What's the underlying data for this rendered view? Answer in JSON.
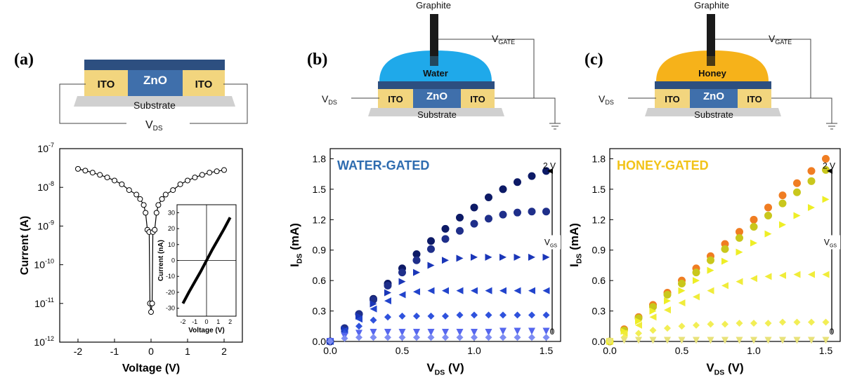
{
  "panels": {
    "a": {
      "label": "(a)",
      "schematic": {
        "left_electrode": "ITO",
        "channel": "ZnO",
        "right_electrode": "ITO",
        "substrate": "Substrate",
        "vds_main": "V",
        "vds_sub": "DS"
      }
    },
    "b": {
      "label": "(b)",
      "schematic": {
        "electrode_top": "Graphite",
        "gate_main": "V",
        "gate_sub": "GATE",
        "electrolyte": "Water",
        "left_electrode": "ITO",
        "channel": "ZnO",
        "right_electrode": "ITO",
        "substrate": "Substrate",
        "vds_main": "V",
        "vds_sub": "DS"
      }
    },
    "c": {
      "label": "(c)",
      "schematic": {
        "electrode_top": "Graphite",
        "gate_main": "V",
        "gate_sub": "GATE",
        "electrolyte": "Honey",
        "left_electrode": "ITO",
        "channel": "ZnO",
        "right_electrode": "ITO",
        "substrate": "Substrate",
        "vds_main": "V",
        "vds_sub": "DS"
      }
    }
  },
  "colors": {
    "ito": "#f2d57e",
    "zno": "#3f6fab",
    "zno_dark": "#2d4f80",
    "substrate": "#d0d0d0",
    "water": "#1fa9ea",
    "honey": "#f6b21a",
    "graphite": "#1a1a1a",
    "water_title": "#2e6cb0",
    "honey_title": "#f2c318"
  },
  "chart_data": [
    {
      "id": "a",
      "type": "scatter",
      "xlabel": "Voltage (V)",
      "ylabel": "Current (A)",
      "xlim": [
        -2.5,
        2.5
      ],
      "ylim": [
        1e-12,
        1e-07
      ],
      "yscale": "log",
      "xticks": [
        -2,
        -1,
        0,
        1,
        2
      ],
      "yticks": [
        1e-12,
        1e-11,
        1e-10,
        1e-09,
        1e-08,
        1e-07
      ],
      "ytick_labels": [
        [
          "10",
          "-12"
        ],
        [
          "10",
          "-11"
        ],
        [
          "10",
          "-10"
        ],
        [
          "10",
          "-9"
        ],
        [
          "10",
          "-8"
        ],
        [
          "10",
          "-7"
        ]
      ],
      "x": [
        -2.0,
        -1.8,
        -1.6,
        -1.4,
        -1.2,
        -1.0,
        -0.8,
        -0.6,
        -0.4,
        -0.3,
        -0.2,
        -0.15,
        -0.1,
        -0.05,
        -0.03,
        0.0,
        0.03,
        0.05,
        0.1,
        0.15,
        0.2,
        0.3,
        0.4,
        0.6,
        0.8,
        1.0,
        1.2,
        1.4,
        1.6,
        1.8,
        2.0
      ],
      "y": [
        3e-08,
        2.7e-08,
        2.4e-08,
        2.1e-08,
        1.8e-08,
        1.5e-08,
        1.2e-08,
        8.5e-09,
        6.5e-09,
        5e-09,
        3.5e-09,
        2.2e-09,
        8e-10,
        7e-10,
        1e-11,
        6e-12,
        1e-11,
        7e-10,
        8e-10,
        2.2e-09,
        3.5e-09,
        5e-09,
        6.5e-09,
        8.5e-09,
        1.2e-08,
        1.5e-08,
        1.8e-08,
        2.1e-08,
        2.4e-08,
        2.6e-08,
        2.8e-08
      ],
      "inset": {
        "xlabel": "Voltage (V)",
        "ylabel": "Current (nA)",
        "xlim": [
          -2.5,
          2.5
        ],
        "ylim": [
          -35,
          35
        ],
        "xticks": [
          -2,
          -1,
          0,
          1,
          2
        ],
        "yticks": [
          -30,
          -20,
          -10,
          0,
          10,
          20,
          30
        ],
        "x": [
          -2.0,
          -1.5,
          -1.0,
          -0.5,
          0.0,
          0.5,
          1.0,
          1.5,
          2.0
        ],
        "y": [
          -27,
          -20,
          -13.5,
          -7,
          0,
          7,
          13.5,
          20,
          27
        ]
      }
    },
    {
      "id": "b",
      "type": "scatter",
      "title": "WATER-GATED",
      "xlabel_main": "V",
      "xlabel_sub": "DS",
      "xlabel_unit": " (V)",
      "ylabel_main": "I",
      "ylabel_sub": "DS",
      "ylabel_unit": " (mA)",
      "xlim": [
        0,
        1.6
      ],
      "ylim": [
        0,
        1.9
      ],
      "xticks": [
        0.0,
        0.5,
        1.0,
        1.5
      ],
      "xtick_labels": [
        "0.0",
        "0.5",
        "1.0",
        "1.5"
      ],
      "yticks": [
        0.0,
        0.3,
        0.6,
        0.9,
        1.2,
        1.5,
        1.8
      ],
      "ytick_labels": [
        "0.0",
        "0.3",
        "0.6",
        "0.9",
        "1.2",
        "1.5",
        "1.8"
      ],
      "arrow_top": "2 V",
      "arrow_mid_main": "V",
      "arrow_mid_sub": "GS",
      "arrow_bottom": "0",
      "series": [
        {
          "color": "#0d1a66",
          "marker": "circle",
          "x": [
            0.0,
            0.1,
            0.2,
            0.3,
            0.4,
            0.5,
            0.6,
            0.7,
            0.8,
            0.9,
            1.0,
            1.1,
            1.2,
            1.3,
            1.4,
            1.5
          ],
          "y": [
            0.0,
            0.13,
            0.27,
            0.42,
            0.57,
            0.72,
            0.86,
            0.99,
            1.11,
            1.22,
            1.32,
            1.42,
            1.5,
            1.57,
            1.63,
            1.68
          ]
        },
        {
          "color": "#1f2f8a",
          "marker": "circle",
          "x": [
            0.0,
            0.1,
            0.2,
            0.3,
            0.4,
            0.5,
            0.6,
            0.7,
            0.8,
            0.9,
            1.0,
            1.1,
            1.2,
            1.3,
            1.4,
            1.5
          ],
          "y": [
            0.0,
            0.13,
            0.27,
            0.41,
            0.55,
            0.68,
            0.8,
            0.91,
            1.01,
            1.09,
            1.16,
            1.21,
            1.25,
            1.27,
            1.28,
            1.28
          ]
        },
        {
          "color": "#1a36b8",
          "marker": "triangle-right",
          "x": [
            0.0,
            0.1,
            0.2,
            0.3,
            0.4,
            0.5,
            0.6,
            0.7,
            0.8,
            0.9,
            1.0,
            1.1,
            1.2,
            1.3,
            1.4,
            1.5
          ],
          "y": [
            0.0,
            0.12,
            0.25,
            0.37,
            0.48,
            0.59,
            0.68,
            0.75,
            0.8,
            0.82,
            0.83,
            0.83,
            0.83,
            0.83,
            0.83,
            0.83
          ]
        },
        {
          "color": "#2244cc",
          "marker": "triangle-left",
          "x": [
            0.0,
            0.1,
            0.2,
            0.3,
            0.4,
            0.5,
            0.6,
            0.7,
            0.8,
            0.9,
            1.0,
            1.1,
            1.2,
            1.3,
            1.4,
            1.5
          ],
          "y": [
            0.0,
            0.11,
            0.22,
            0.32,
            0.4,
            0.46,
            0.49,
            0.5,
            0.5,
            0.5,
            0.5,
            0.5,
            0.5,
            0.5,
            0.5,
            0.5
          ]
        },
        {
          "color": "#2f52dd",
          "marker": "diamond",
          "x": [
            0.0,
            0.1,
            0.2,
            0.3,
            0.4,
            0.5,
            0.6,
            0.7,
            0.8,
            0.9,
            1.0,
            1.1,
            1.2,
            1.3,
            1.4,
            1.5
          ],
          "y": [
            0.0,
            0.08,
            0.15,
            0.21,
            0.24,
            0.25,
            0.25,
            0.25,
            0.25,
            0.26,
            0.26,
            0.26,
            0.26,
            0.26,
            0.26,
            0.26
          ]
        },
        {
          "color": "#5566ee",
          "marker": "triangle-down",
          "x": [
            0.0,
            0.1,
            0.2,
            0.3,
            0.4,
            0.5,
            0.6,
            0.7,
            0.8,
            0.9,
            1.0,
            1.1,
            1.2,
            1.3,
            1.4,
            1.5
          ],
          "y": [
            0.0,
            0.05,
            0.08,
            0.09,
            0.09,
            0.09,
            0.09,
            0.09,
            0.09,
            0.09,
            0.09,
            0.09,
            0.1,
            0.1,
            0.1,
            0.1
          ]
        },
        {
          "color": "#7d8cf2",
          "marker": "diamond",
          "x": [
            0.0,
            0.1,
            0.2,
            0.3,
            0.4,
            0.5,
            0.6,
            0.7,
            0.8,
            0.9,
            1.0,
            1.1,
            1.2,
            1.3,
            1.4,
            1.5
          ],
          "y": [
            0.0,
            0.03,
            0.04,
            0.04,
            0.04,
            0.04,
            0.04,
            0.04,
            0.04,
            0.04,
            0.04,
            0.04,
            0.04,
            0.04,
            0.04,
            0.04
          ]
        }
      ]
    },
    {
      "id": "c",
      "type": "scatter",
      "title": "HONEY-GATED",
      "xlabel_main": "V",
      "xlabel_sub": "DS",
      "xlabel_unit": " (V)",
      "ylabel_main": "I",
      "ylabel_sub": "DS",
      "ylabel_unit": " (mA)",
      "xlim": [
        0,
        1.6
      ],
      "ylim": [
        0,
        1.9
      ],
      "xticks": [
        0.0,
        0.5,
        1.0,
        1.5
      ],
      "xtick_labels": [
        "0.0",
        "0.5",
        "1.0",
        "1.5"
      ],
      "yticks": [
        0.0,
        0.3,
        0.6,
        0.9,
        1.2,
        1.5,
        1.8
      ],
      "ytick_labels": [
        "0.0",
        "0.3",
        "0.6",
        "0.9",
        "1.2",
        "1.5",
        "1.8"
      ],
      "arrow_top": "2 V",
      "arrow_mid_main": "V",
      "arrow_mid_sub": "GS",
      "arrow_bottom": "0",
      "series": [
        {
          "color": "#f07d22",
          "marker": "circle",
          "x": [
            0.0,
            0.1,
            0.2,
            0.3,
            0.4,
            0.5,
            0.6,
            0.7,
            0.8,
            0.9,
            1.0,
            1.1,
            1.2,
            1.3,
            1.4,
            1.5
          ],
          "y": [
            0.0,
            0.12,
            0.24,
            0.36,
            0.48,
            0.6,
            0.72,
            0.84,
            0.96,
            1.08,
            1.2,
            1.32,
            1.44,
            1.56,
            1.68,
            1.8
          ]
        },
        {
          "color": "#c9c71c",
          "marker": "circle",
          "x": [
            0.0,
            0.1,
            0.2,
            0.3,
            0.4,
            0.5,
            0.6,
            0.7,
            0.8,
            0.9,
            1.0,
            1.1,
            1.2,
            1.3,
            1.4,
            1.5
          ],
          "y": [
            0.0,
            0.11,
            0.23,
            0.34,
            0.46,
            0.57,
            0.68,
            0.8,
            0.91,
            1.02,
            1.13,
            1.24,
            1.36,
            1.47,
            1.58,
            1.69
          ]
        },
        {
          "color": "#eeee26",
          "marker": "triangle-right",
          "x": [
            0.0,
            0.1,
            0.2,
            0.3,
            0.4,
            0.5,
            0.6,
            0.7,
            0.8,
            0.9,
            1.0,
            1.1,
            1.2,
            1.3,
            1.4,
            1.5
          ],
          "y": [
            0.0,
            0.1,
            0.2,
            0.3,
            0.4,
            0.5,
            0.6,
            0.7,
            0.79,
            0.88,
            0.97,
            1.06,
            1.15,
            1.24,
            1.32,
            1.4
          ]
        },
        {
          "color": "#f0ec3a",
          "marker": "triangle-left",
          "x": [
            0.0,
            0.1,
            0.2,
            0.3,
            0.4,
            0.5,
            0.6,
            0.7,
            0.8,
            0.9,
            1.0,
            1.1,
            1.2,
            1.3,
            1.4,
            1.5
          ],
          "y": [
            0.0,
            0.08,
            0.16,
            0.24,
            0.31,
            0.38,
            0.44,
            0.5,
            0.55,
            0.59,
            0.62,
            0.64,
            0.65,
            0.66,
            0.66,
            0.66
          ]
        },
        {
          "color": "#f2ee55",
          "marker": "diamond",
          "x": [
            0.0,
            0.1,
            0.2,
            0.3,
            0.4,
            0.5,
            0.6,
            0.7,
            0.8,
            0.9,
            1.0,
            1.1,
            1.2,
            1.3,
            1.4,
            1.5
          ],
          "y": [
            0.0,
            0.04,
            0.08,
            0.11,
            0.13,
            0.15,
            0.16,
            0.17,
            0.17,
            0.18,
            0.18,
            0.18,
            0.19,
            0.19,
            0.19,
            0.19
          ]
        },
        {
          "color": "#e8e27a",
          "marker": "triangle-down",
          "x": [
            0.0,
            0.1,
            0.2,
            0.3,
            0.4,
            0.5,
            0.6,
            0.7,
            0.8,
            0.9,
            1.0,
            1.1,
            1.2,
            1.3,
            1.4,
            1.5
          ],
          "y": [
            0.0,
            0.01,
            0.01,
            0.01,
            0.01,
            0.01,
            0.01,
            0.01,
            0.01,
            0.01,
            0.01,
            0.01,
            0.01,
            0.01,
            0.01,
            0.01
          ]
        }
      ]
    }
  ]
}
